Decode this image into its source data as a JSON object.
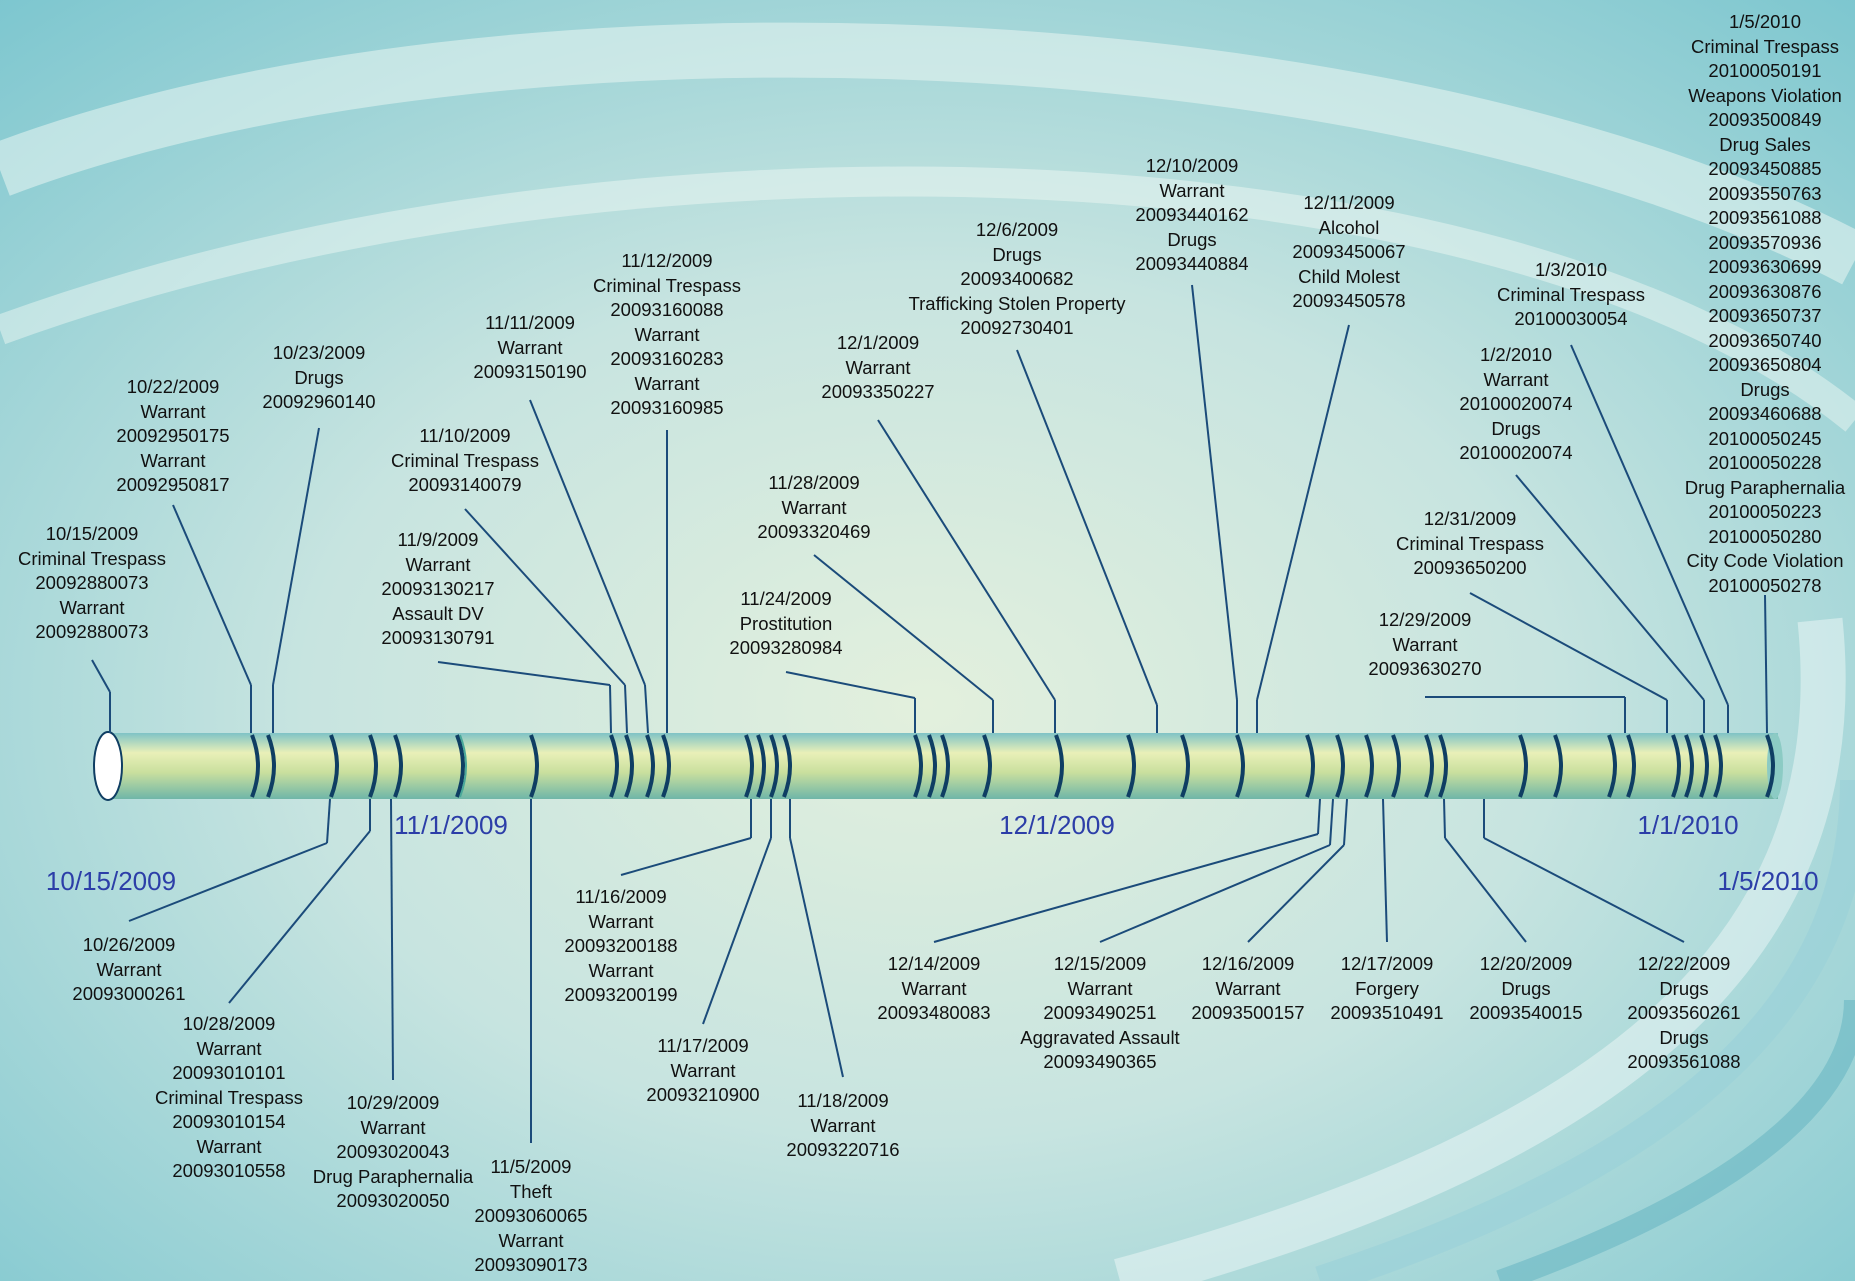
{
  "axis_labels": {
    "start": "10/15/2009",
    "nov": "11/1/2009",
    "dec": "12/1/2009",
    "jan1": "1/1/2010",
    "end": "1/5/2010"
  },
  "events_above": [
    {
      "id": "e1015",
      "lines": [
        "10/15/2009",
        "Criminal Trespass",
        "20092880073",
        "Warrant",
        "20092880073"
      ]
    },
    {
      "id": "e1022",
      "lines": [
        "10/22/2009",
        "Warrant",
        "20092950175",
        "Warrant",
        "20092950817"
      ]
    },
    {
      "id": "e1023",
      "lines": [
        "10/23/2009",
        "Drugs",
        "20092960140"
      ]
    },
    {
      "id": "e1109",
      "lines": [
        "11/9/2009",
        "Warrant",
        "20093130217",
        "Assault DV",
        "20093130791"
      ]
    },
    {
      "id": "e1110",
      "lines": [
        "11/10/2009",
        "Criminal Trespass",
        "20093140079"
      ]
    },
    {
      "id": "e1111",
      "lines": [
        "11/11/2009",
        "Warrant",
        "20093150190"
      ]
    },
    {
      "id": "e1112",
      "lines": [
        "11/12/2009",
        "Criminal Trespass",
        "20093160088",
        "Warrant",
        "20093160283",
        "Warrant",
        "20093160985"
      ]
    },
    {
      "id": "e1124",
      "lines": [
        "11/24/2009",
        "Prostitution",
        "20093280984"
      ]
    },
    {
      "id": "e1128",
      "lines": [
        "11/28/2009",
        "Warrant",
        "20093320469"
      ]
    },
    {
      "id": "e1201",
      "lines": [
        "12/1/2009",
        "Warrant",
        "20093350227"
      ]
    },
    {
      "id": "e1206",
      "lines": [
        "12/6/2009",
        "Drugs",
        "20093400682",
        "Trafficking Stolen Property",
        "20092730401"
      ]
    },
    {
      "id": "e1210",
      "lines": [
        "12/10/2009",
        "Warrant",
        "20093440162",
        "Drugs",
        "20093440884"
      ]
    },
    {
      "id": "e1211",
      "lines": [
        "12/11/2009",
        "Alcohol",
        "20093450067",
        "Child Molest",
        "20093450578"
      ]
    },
    {
      "id": "e1229",
      "lines": [
        "12/29/2009",
        "Warrant",
        "20093630270"
      ]
    },
    {
      "id": "e1231",
      "lines": [
        "12/31/2009",
        "Criminal Trespass",
        "20093650200"
      ]
    },
    {
      "id": "e0102",
      "lines": [
        "1/2/2010",
        "Warrant",
        "20100020074",
        "Drugs",
        "20100020074"
      ]
    },
    {
      "id": "e0103",
      "lines": [
        "1/3/2010",
        "Criminal Trespass",
        "20100030054"
      ]
    },
    {
      "id": "e0105",
      "lines": [
        "1/5/2010",
        "Criminal Trespass",
        "20100050191",
        "Weapons Violation",
        "20093500849",
        "Drug Sales",
        "20093450885",
        "20093550763",
        "20093561088",
        "20093570936",
        "20093630699",
        "20093630876",
        "20093650737",
        "20093650740",
        "20093650804",
        "Drugs",
        "20093460688",
        "20100050245",
        "20100050228",
        "Drug Paraphernalia",
        "20100050223",
        "20100050280",
        "City Code Violation",
        "20100050278"
      ]
    }
  ],
  "events_below": [
    {
      "id": "e1026",
      "lines": [
        "10/26/2009",
        "Warrant",
        "20093000261"
      ]
    },
    {
      "id": "e1028",
      "lines": [
        "10/28/2009",
        "Warrant",
        "20093010101",
        "Criminal Trespass",
        "20093010154",
        "Warrant",
        "20093010558"
      ]
    },
    {
      "id": "e1029",
      "lines": [
        "10/29/2009",
        "Warrant",
        "20093020043",
        "Drug Paraphernalia",
        "20093020050"
      ]
    },
    {
      "id": "e1105",
      "lines": [
        "11/5/2009",
        "Theft",
        "20093060065",
        "Warrant",
        "20093090173"
      ]
    },
    {
      "id": "e1116",
      "lines": [
        "11/16/2009",
        "Warrant",
        "20093200188",
        "Warrant",
        "20093200199"
      ]
    },
    {
      "id": "e1117",
      "lines": [
        "11/17/2009",
        "Warrant",
        "20093210900"
      ]
    },
    {
      "id": "e1118",
      "lines": [
        "11/18/2009",
        "Warrant",
        "20093220716"
      ]
    },
    {
      "id": "e1214",
      "lines": [
        "12/14/2009",
        "Warrant",
        "20093480083"
      ]
    },
    {
      "id": "e1215",
      "lines": [
        "12/15/2009",
        "Warrant",
        "20093490251",
        "Aggravated Assault",
        "20093490365"
      ]
    },
    {
      "id": "e1216",
      "lines": [
        "12/16/2009",
        "Warrant",
        "20093500157"
      ]
    },
    {
      "id": "e1217",
      "lines": [
        "12/17/2009",
        "Forgery",
        "20093510491"
      ]
    },
    {
      "id": "e1220",
      "lines": [
        "12/20/2009",
        "Drugs",
        "20093540015"
      ]
    },
    {
      "id": "e1222",
      "lines": [
        "12/22/2009",
        "Drugs",
        "20093560261",
        "Drugs",
        "20093561088"
      ]
    }
  ]
}
